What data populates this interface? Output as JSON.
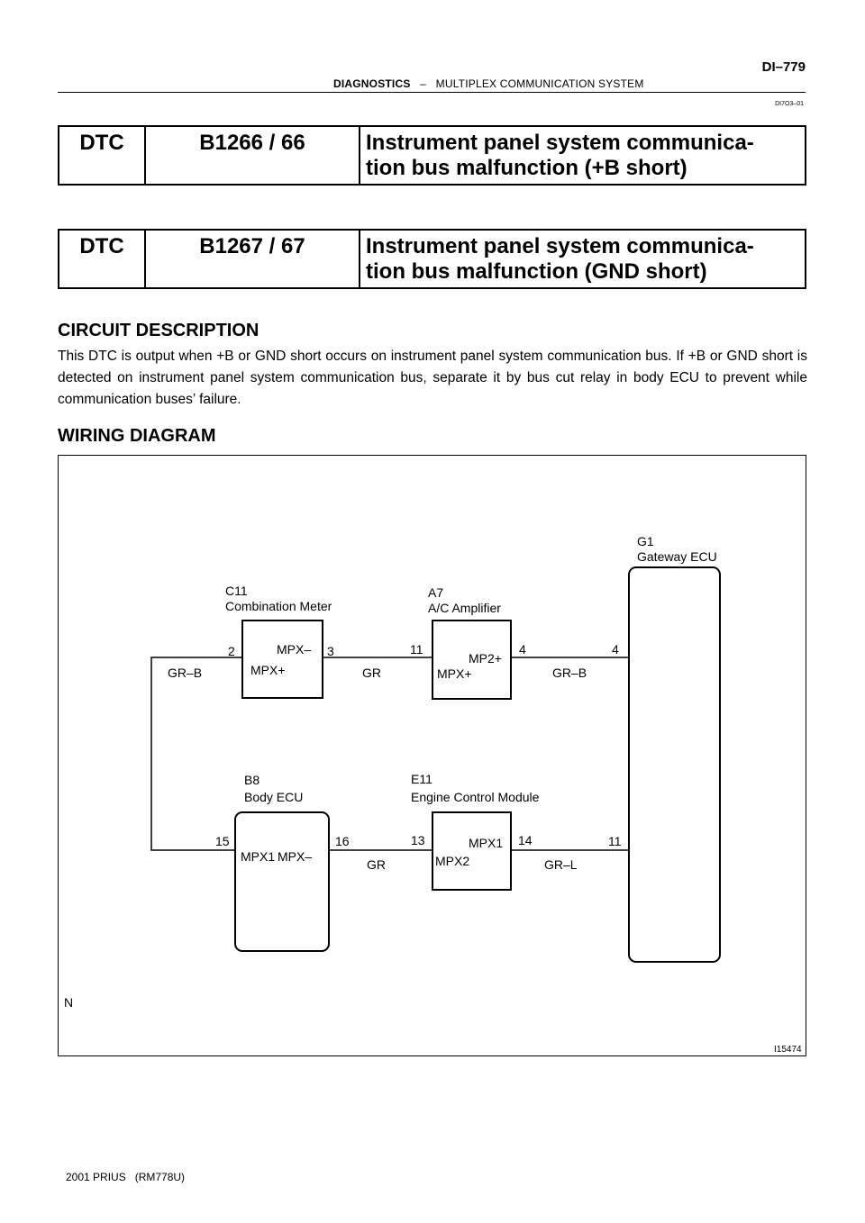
{
  "header": {
    "section": "DIAGNOSTICS",
    "separator": "–",
    "subsection": "MULTIPLEX COMMUNICATION SYSTEM",
    "page_number": "DI–779",
    "doc_code": "DI7O3–01"
  },
  "dtc_tables": [
    {
      "label": "DTC",
      "code": "B1266 / 66",
      "title_line1": "Instrument panel system communica-",
      "title_line2": "tion bus malfunction (+B short)"
    },
    {
      "label": "DTC",
      "code": "B1267 / 67",
      "title_line1": "Instrument panel system communica-",
      "title_line2": "tion bus malfunction (GND short)"
    }
  ],
  "circuit_description": {
    "heading": "CIRCUIT DESCRIPTION",
    "text": "This DTC is output when +B or GND short occurs on instrument panel system communication bus. If +B or GND short is detected on instrument panel system communication bus, separate it by bus cut relay in body ECU to prevent while communication buses’ failure."
  },
  "wiring_diagram": {
    "heading": "WIRING DIAGRAM",
    "components": {
      "c11": {
        "code": "C11",
        "name": "Combination Meter",
        "pin_a_name": "MPX–",
        "pin_b_name": "MPX+",
        "pin_a": "3",
        "pin_b": "2"
      },
      "a7": {
        "code": "A7",
        "name": "A/C Amplifier",
        "pin_a_name": "MP2+",
        "pin_b_name": "MPX+",
        "pin_a": "4",
        "pin_b": "11"
      },
      "g1": {
        "code": "G1",
        "name": "Gateway ECU",
        "pin_top": "4",
        "pin_bottom": "11"
      },
      "b8": {
        "code": "B8",
        "name": "Body ECU",
        "pin_a_name": "MPX1",
        "pin_b_name": "MPX–",
        "pin_a": "15",
        "pin_b": "16"
      },
      "e11": {
        "code": "E11",
        "name": "Engine Control Module",
        "pin_a_name": "MPX1",
        "pin_b_name": "MPX2",
        "pin_a": "14",
        "pin_b": "13"
      }
    },
    "wires": {
      "left_loop": "GR–B",
      "c11_to_a7": "GR",
      "a7_to_g1": "GR–B",
      "b8_to_e11": "GR",
      "e11_to_g1": "GR–L"
    },
    "corner_mark": "N",
    "figure_id": "I15474"
  },
  "footer": {
    "text": "2001 PRIUS   (RM778U)"
  }
}
